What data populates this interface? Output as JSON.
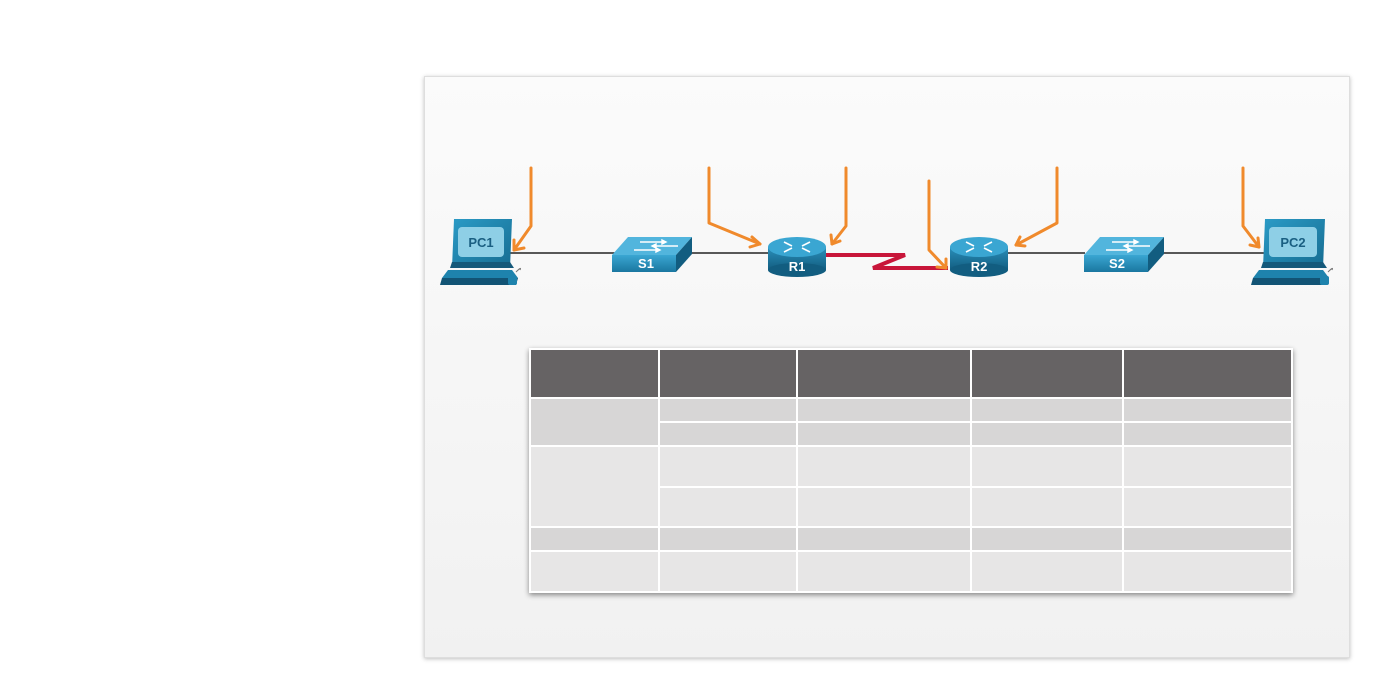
{
  "topology": {
    "devices": {
      "pc1": "PC1",
      "s1": "S1",
      "r1": "R1",
      "r2": "R2",
      "s2": "S2",
      "pc2": "PC2"
    },
    "colors": {
      "arrow": "#f08a2c",
      "serial_link": "#c8163a",
      "ethernet_link": "#222222",
      "device": "#1d7fa8",
      "table_header": "#666364",
      "table_row_dark": "#d7d6d6",
      "table_row_light": "#e7e6e6"
    },
    "icons": [
      "pc-icon",
      "switch-icon",
      "router-icon",
      "pointer-arrow-icon"
    ]
  },
  "addressing_table": {
    "headers": [
      "",
      "",
      "",
      "",
      ""
    ],
    "rows": [
      [
        "",
        "",
        "",
        "",
        ""
      ],
      [
        "",
        "",
        "",
        "",
        ""
      ],
      [
        "",
        "",
        "",
        "",
        ""
      ],
      [
        "",
        "",
        "",
        "",
        ""
      ],
      [
        "",
        "",
        "",
        "",
        ""
      ],
      [
        "",
        "",
        "",
        "",
        ""
      ]
    ]
  }
}
